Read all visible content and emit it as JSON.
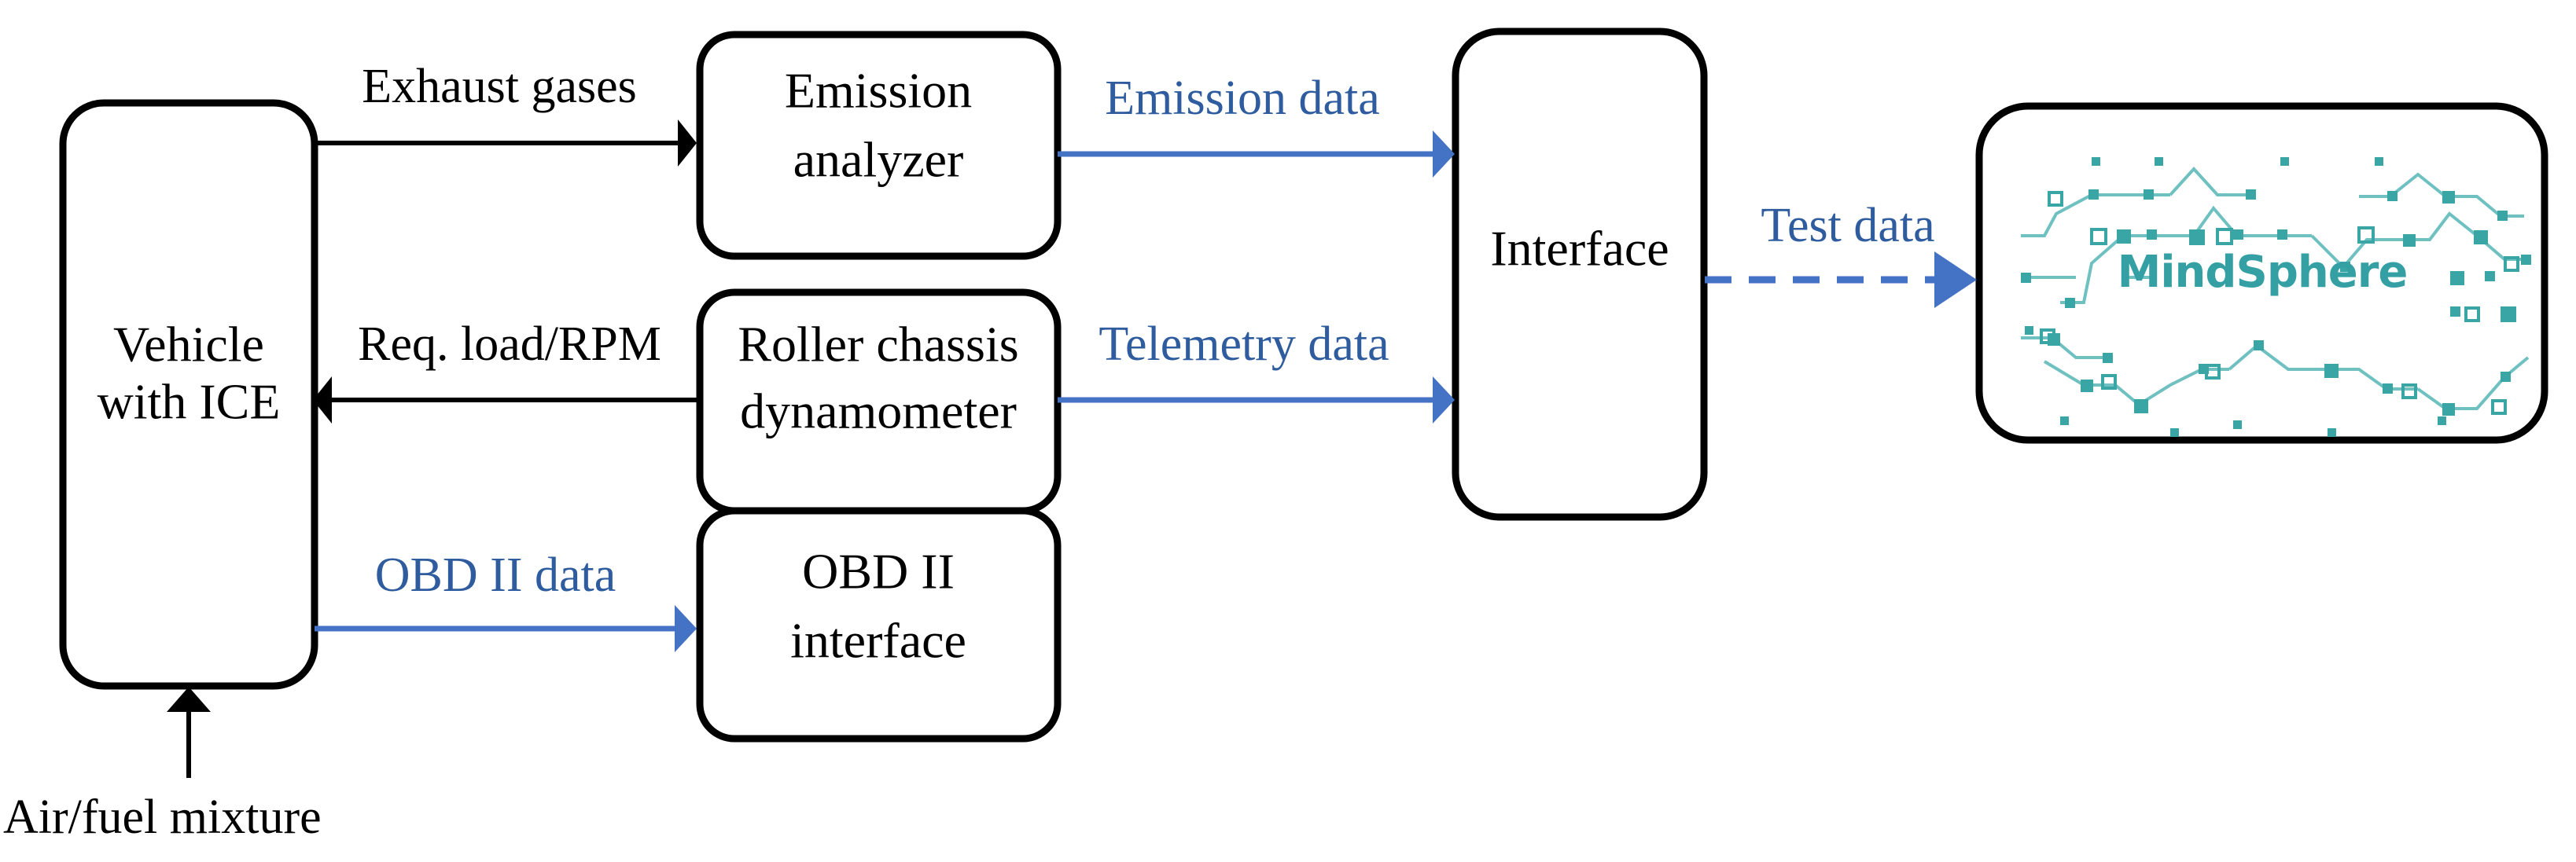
{
  "diagram": {
    "title": "Vehicle emission test bench data flow to MindSphere",
    "colors": {
      "blue_line": "#4472C4",
      "blue_text": "#2E5C9E",
      "black": "#000000",
      "brand_teal": "#34A0A4",
      "pattern_teal": "#3AA5A5",
      "background": "#FFFFFF"
    },
    "nodes": [
      {
        "id": "vehicle",
        "label_line1": "Vehicle",
        "label_line2": "with ICE"
      },
      {
        "id": "analyzer",
        "label_line1": "Emission",
        "label_line2": "analyzer"
      },
      {
        "id": "dynamometer",
        "label_line1": "Roller chassis",
        "label_line2": "dynamometer"
      },
      {
        "id": "obd",
        "label_line1": "OBD II",
        "label_line2": "interface"
      },
      {
        "id": "interface",
        "label_line1": "Interface",
        "label_line2": ""
      },
      {
        "id": "mindsphere",
        "label_line1": "MindSphere",
        "label_line2": ""
      }
    ],
    "edges": [
      {
        "id": "exhaust-gases",
        "label": "Exhaust gases",
        "from": "vehicle",
        "to": "analyzer",
        "style": "solid-black",
        "color": "#000000"
      },
      {
        "id": "req-load-rpm",
        "label": "Req. load/RPM",
        "from": "dynamometer",
        "to": "vehicle",
        "style": "solid-black",
        "color": "#000000"
      },
      {
        "id": "obd-ii-data",
        "label": "OBD II data",
        "from": "vehicle",
        "to": "obd",
        "style": "solid-blue",
        "color": "#4472C4"
      },
      {
        "id": "emission-data",
        "label": "Emission data",
        "from": "analyzer",
        "to": "interface",
        "style": "solid-blue",
        "color": "#4472C4"
      },
      {
        "id": "telemetry-data",
        "label": "Telemetry data",
        "from": "dynamometer",
        "to": "interface",
        "style": "solid-blue",
        "color": "#4472C4"
      },
      {
        "id": "test-data",
        "label": "Test data",
        "from": "interface",
        "to": "mindsphere",
        "style": "dashed-blue",
        "color": "#4472C4"
      }
    ],
    "captions": [
      {
        "id": "air-fuel-mixture",
        "label": "Air/fuel mixture"
      }
    ],
    "brand": {
      "wordmark": "MindSphere"
    }
  }
}
